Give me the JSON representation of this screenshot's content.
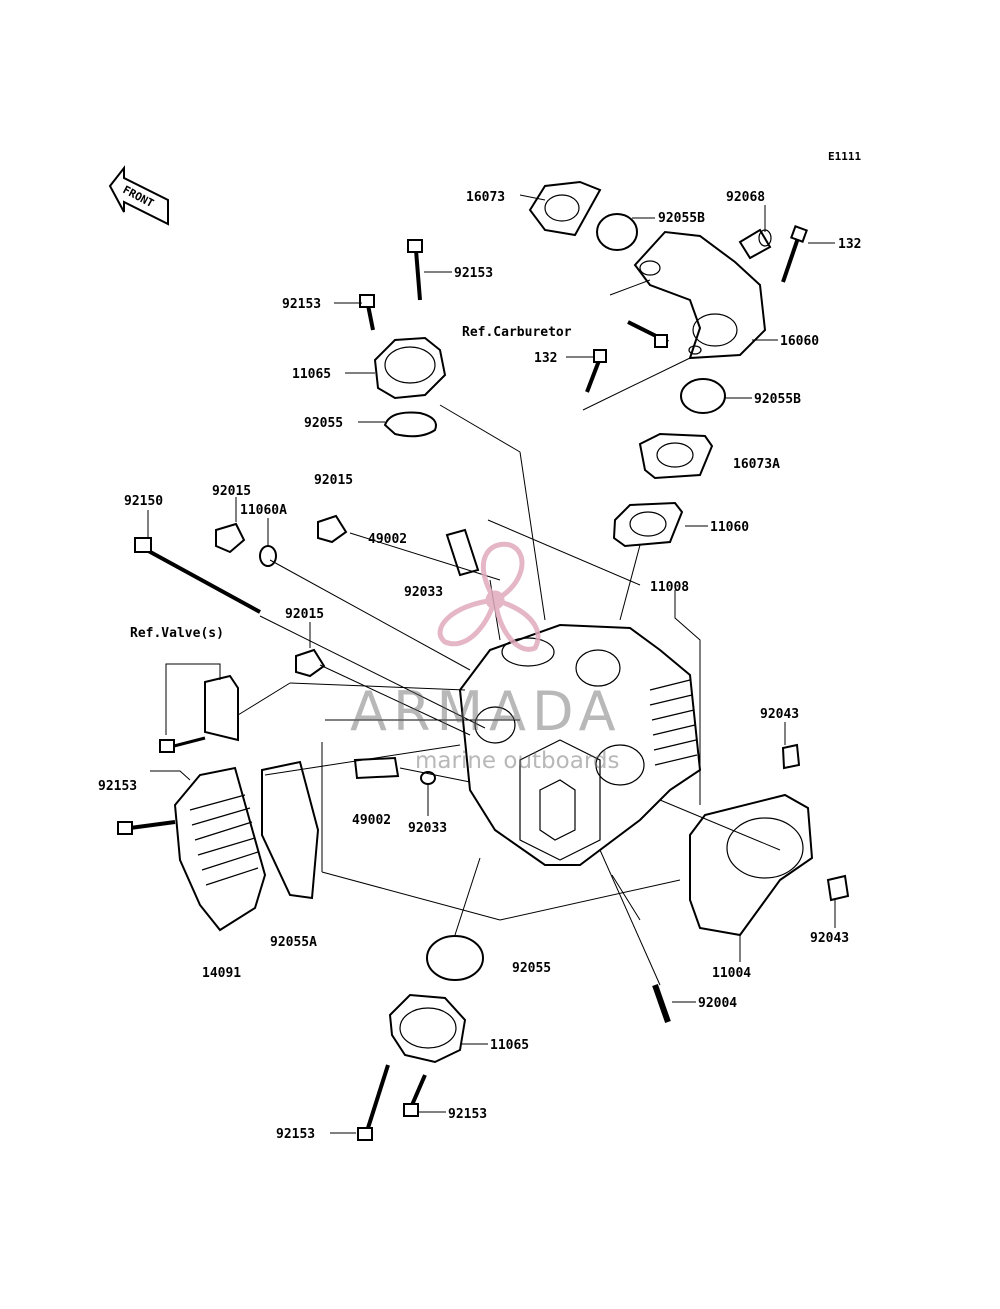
{
  "diagram_code": "E1111",
  "front_label": "FRONT",
  "refs": {
    "carburetor": "Ref.Carburetor",
    "valves": "Ref.Valve(s)"
  },
  "labels": {
    "p16073": "16073",
    "p92055B_top": "92055B",
    "p92068": "92068",
    "p132_right": "132",
    "p92153_a": "92153",
    "p92153_b": "92153",
    "p16060": "16060",
    "p132_left": "132",
    "p11065_top": "11065",
    "p92055B_bottom": "92055B",
    "p92055_top": "92055",
    "p16073A": "16073A",
    "p92015_a": "92015",
    "p92015_b": "92015",
    "p92150": "92150",
    "p11060A": "11060A",
    "p49002_top": "49002",
    "p11060": "11060",
    "p92033_top": "92033",
    "p11008": "11008",
    "p92015_c": "92015",
    "p92043_top": "92043",
    "p92153_c": "92153",
    "p49002_bottom": "49002",
    "p92033_bottom": "92033",
    "p92043_bottom": "92043",
    "p92055A": "92055A",
    "p14091": "14091",
    "p92055_bottom": "92055",
    "p11004": "11004",
    "p92004": "92004",
    "p11065_bottom": "11065",
    "p92153_d": "92153",
    "p92153_e": "92153"
  },
  "watermark": {
    "brand": "ARMADA",
    "tagline": "marine outboards",
    "color": "#e0aabd"
  }
}
